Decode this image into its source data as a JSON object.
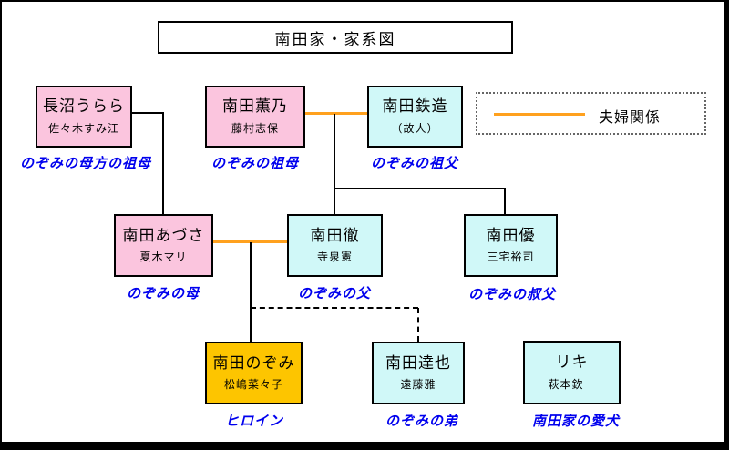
{
  "title": "南田家・家系図",
  "legend": {
    "label": "夫婦関係"
  },
  "colors": {
    "pink": "#FBC5DE",
    "cyan": "#D0F8F8",
    "gold": "#FDC500",
    "orange": "#FFA11E",
    "label_blue": "#0000EE",
    "line_black": "#000000"
  },
  "people": {
    "urara": {
      "name": "長沼うらら",
      "sub": "佐々木すみ江",
      "role": "のぞみの母方の祖母"
    },
    "kaono": {
      "name": "南田薫乃",
      "sub": "藤村志保",
      "role": "のぞみの祖母"
    },
    "tetsuzo": {
      "name": "南田鉄造",
      "sub": "（故人）",
      "role": "のぞみの祖父"
    },
    "azusa": {
      "name": "南田あづさ",
      "sub": "夏木マリ",
      "role": "のぞみの母"
    },
    "toru": {
      "name": "南田徹",
      "sub": "寺泉憲",
      "role": "のぞみの父"
    },
    "yu": {
      "name": "南田優",
      "sub": "三宅裕司",
      "role": "のぞみの叔父"
    },
    "nozomi": {
      "name": "南田のぞみ",
      "sub": "松嶋菜々子",
      "role": "ヒロイン"
    },
    "tatsuya": {
      "name": "南田達也",
      "sub": "遠藤雅",
      "role": "のぞみの弟"
    },
    "riki": {
      "name": "リキ",
      "sub": "萩本欽一",
      "role": "南田家の愛犬"
    }
  },
  "edges": [
    {
      "type": "parent-child",
      "from": "urara",
      "to": "azusa"
    },
    {
      "type": "marriage",
      "from": "kaono",
      "to": "tetsuzo"
    },
    {
      "type": "parent-child",
      "from": "kaono+tetsuzo",
      "to": "toru"
    },
    {
      "type": "parent-child",
      "from": "kaono+tetsuzo",
      "to": "yu"
    },
    {
      "type": "marriage",
      "from": "azusa",
      "to": "toru"
    },
    {
      "type": "parent-child",
      "from": "azusa+toru",
      "to": "nozomi"
    },
    {
      "type": "parent-child-dashed",
      "from": "azusa+toru",
      "to": "tatsuya"
    }
  ]
}
